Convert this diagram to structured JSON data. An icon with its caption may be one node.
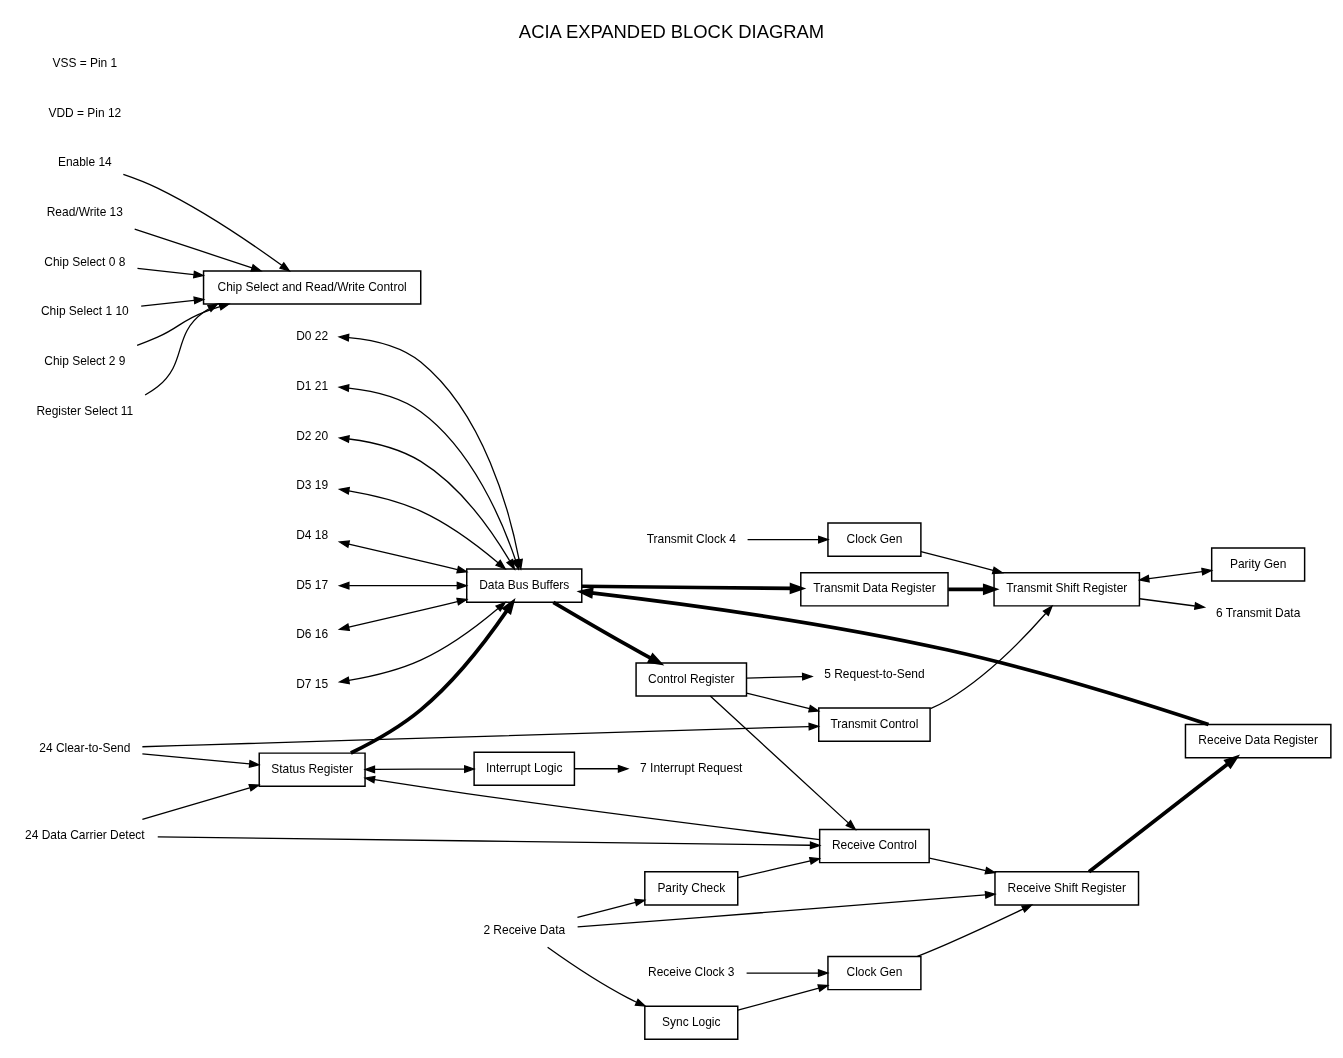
{
  "diagram": {
    "title": "ACIA EXPANDED BLOCK DIAGRAM",
    "nodes": [
      {
        "text": [
          "Transmit Clock 4"
        ]
      },
      {
        "text": [
          "Enable 14"
        ]
      },
      {
        "text": [
          "Read/Write 13"
        ]
      },
      {
        "text": [
          "Chip Select 0 8"
        ]
      },
      {
        "text": [
          "Chip Select 1 10"
        ]
      },
      {
        "text": [
          "Chip Select 2 9"
        ]
      },
      {
        "text": [
          "Register Select 11"
        ]
      },
      {
        "text": [
          "Chip Select and Read/Write Control"
        ]
      },
      {
        "text": [
          "Clock Gen"
        ]
      },
      {
        "text": [
          "Parity Gen"
        ]
      },
      {
        "text": [
          "Transmit Data Register"
        ]
      },
      {
        "text": [
          "Transmit Shift Register"
        ]
      },
      {
        "text": [
          "6 Transmit Data"
        ]
      },
      {
        "text": [
          "Transmit Control"
        ]
      },
      {
        "text": [
          "24 Clear-to-Send"
        ]
      },
      {
        "text": [
          "D0 22"
        ]
      },
      {
        "text": [
          "D1 21"
        ]
      },
      {
        "text": [
          "D2 20"
        ]
      },
      {
        "text": [
          "D3 19"
        ]
      },
      {
        "text": [
          "D4 18"
        ]
      },
      {
        "text": [
          "D5 17"
        ]
      },
      {
        "text": [
          "D6 16"
        ]
      },
      {
        "text": [
          "D7 15"
        ]
      },
      {
        "text": [
          "Data Bus Buffers"
        ]
      },
      {
        "text": [
          "Status Register"
        ]
      },
      {
        "text": [
          "Interrupt Logic"
        ]
      },
      {
        "text": [
          "7 Interrupt Request"
        ]
      },
      {
        "text": [
          "24 Data Carrier Detect"
        ]
      },
      {
        "text": [
          "5 Request-to-Send"
        ]
      },
      {
        "text": [
          "Control Register"
        ]
      },
      {
        "text": [
          "Receive Control"
        ]
      },
      {
        "text": [
          "Parity Check"
        ]
      },
      {
        "text": [
          "Receive Data Register"
        ]
      },
      {
        "text": [
          "Receive Shift Register"
        ]
      },
      {
        "text": [
          "2 Receive Data"
        ]
      },
      {
        "text": [
          "Receive Clock 3"
        ]
      },
      {
        "text": [
          "Clock Gen"
        ]
      },
      {
        "text": [
          "Sync Logic"
        ]
      }
    ],
    "edges": [
      {
        "from": 0,
        "to": 8,
        "arrow": "to"
      },
      {
        "from": 1,
        "to": 7,
        "arrow": "to"
      },
      {
        "from": 2,
        "to": 7,
        "arrow": "to"
      },
      {
        "from": 3,
        "to": 7,
        "arrow": "to"
      },
      {
        "from": 4,
        "to": 7,
        "arrow": "to"
      },
      {
        "from": 5,
        "to": 7,
        "arrow": "to"
      },
      {
        "from": 6,
        "to": 7,
        "arrow": "to"
      },
      {
        "from": 8,
        "to": 11,
        "arrow": "to"
      },
      {
        "from": 11,
        "to": 9,
        "arrow": "both"
      },
      {
        "from": 10,
        "to": 11,
        "arrow": "to",
        "style": "thick"
      },
      {
        "from": 11,
        "to": 12,
        "arrow": "to"
      },
      {
        "from": 13,
        "to": 11,
        "arrow": "to"
      },
      {
        "from": 14,
        "to": 13,
        "arrow": "to"
      },
      {
        "from": 14,
        "to": 24,
        "arrow": "to"
      },
      {
        "from": 24,
        "to": 25,
        "arrow": "both"
      },
      {
        "from": 25,
        "to": 26,
        "arrow": "to"
      },
      {
        "from": 15,
        "to": 23,
        "arrow": "both"
      },
      {
        "from": 16,
        "to": 23,
        "arrow": "both"
      },
      {
        "from": 17,
        "to": 23,
        "arrow": "both"
      },
      {
        "from": 18,
        "to": 23,
        "arrow": "both"
      },
      {
        "from": 19,
        "to": 23,
        "arrow": "both"
      },
      {
        "from": 20,
        "to": 23,
        "arrow": "both"
      },
      {
        "from": 21,
        "to": 23,
        "arrow": "both"
      },
      {
        "from": 22,
        "to": 23,
        "arrow": "both"
      },
      {
        "from": 23,
        "to": 10,
        "arrow": "to",
        "style": "thick"
      },
      {
        "from": 24,
        "to": 23,
        "arrow": "to",
        "style": "thick"
      },
      {
        "from": 23,
        "to": 29,
        "arrow": "to",
        "style": "thick"
      },
      {
        "from": 32,
        "to": 23,
        "arrow": "to",
        "style": "thick"
      },
      {
        "from": 29,
        "to": 13,
        "arrow": "to"
      },
      {
        "from": 27,
        "to": 24,
        "arrow": "to"
      },
      {
        "from": 27,
        "to": 30,
        "arrow": "to"
      },
      {
        "from": 30,
        "to": 24,
        "arrow": "to"
      },
      {
        "from": 29,
        "to": 28,
        "arrow": "to"
      },
      {
        "from": 29,
        "to": 30,
        "arrow": "to"
      },
      {
        "from": 31,
        "to": 30,
        "arrow": "to"
      },
      {
        "from": 30,
        "to": 33,
        "arrow": "to"
      },
      {
        "from": 33,
        "to": 32,
        "arrow": "to",
        "style": "thick"
      },
      {
        "from": 34,
        "to": 33,
        "arrow": "to"
      },
      {
        "from": 34,
        "to": 31,
        "arrow": "to"
      },
      {
        "from": 34,
        "to": 37,
        "arrow": "to"
      },
      {
        "from": 35,
        "to": 36,
        "arrow": "to"
      },
      {
        "from": 37,
        "to": 36,
        "arrow": "to"
      },
      {
        "from": 36,
        "to": 33,
        "arrow": "to"
      }
    ],
    "labels": [
      "VDD = Pin 12",
      "VSS = Pin 1"
    ]
  }
}
